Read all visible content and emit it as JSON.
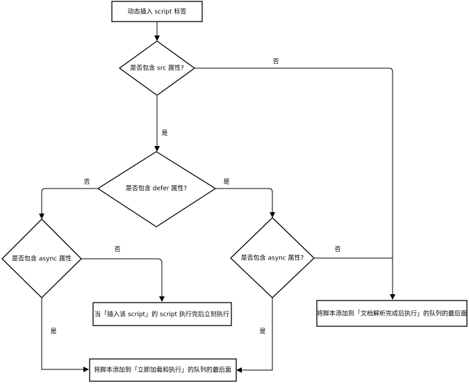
{
  "nodes": {
    "start": "动态插入 script 标签",
    "has_src": "是否包含 src 属性?",
    "has_defer": "是否包含 defer 属性?",
    "async_left": "是否包含 async 属性",
    "async_right": "是否包含 async 属性?",
    "exec_after_insert": "当「插入该 script」的 script 执行完后立刻执行",
    "queue_load_exec": "将脚本添加到「立即加载和执行」的队列的最后面",
    "queue_doc_parsed": "将脚本添加到「文档解析完成后执行」的队列的最后面"
  },
  "edges": {
    "src_no": "否",
    "src_yes": "是",
    "defer_no": "否",
    "defer_yes": "是",
    "async_left_no": "否",
    "async_left_yes": "是",
    "async_right_no": "否",
    "async_right_yes": "是"
  }
}
